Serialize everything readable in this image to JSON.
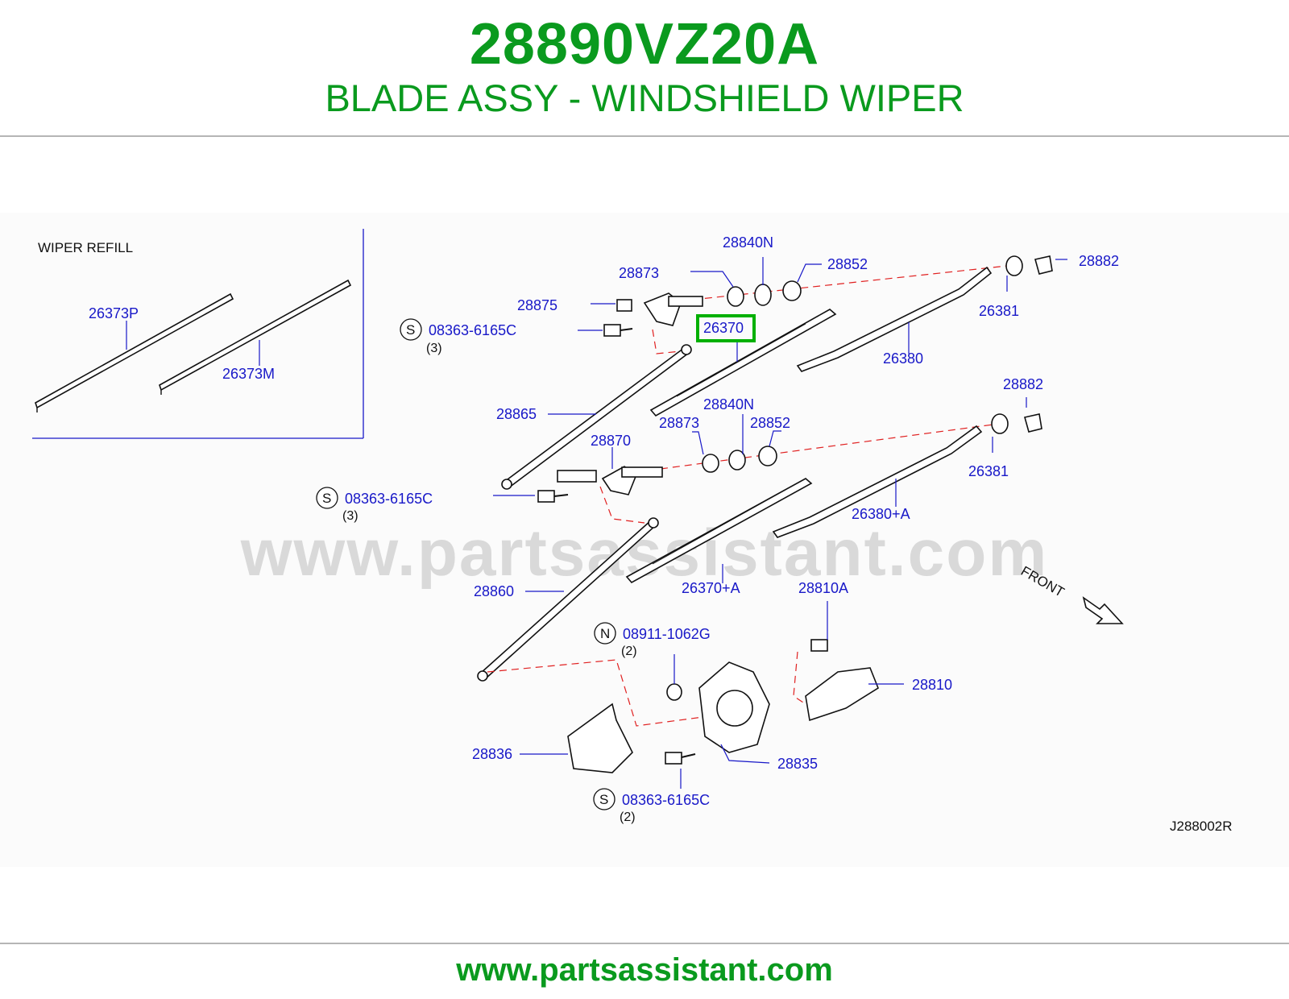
{
  "header": {
    "part_number": "28890VZ20A",
    "part_name": "BLADE ASSY - WINDSHIELD WIPER"
  },
  "footer": {
    "url": "www.partsassistant.com"
  },
  "watermark": "www.partsassistant.com",
  "inset": {
    "title": "WIPER REFILL",
    "labels": [
      "26373P",
      "26373M"
    ]
  },
  "callouts": {
    "p28840N_a": "28840N",
    "p28873_a": "28873",
    "p28852_a": "28852",
    "p28882_a": "28882",
    "p28875": "28875",
    "p26370": "26370",
    "p26381_a": "26381",
    "p26380": "26380",
    "p28865": "28865",
    "p28840N_b": "28840N",
    "p28873_b": "28873",
    "p28852_b": "28852",
    "p28882_b": "28882",
    "p28870": "28870",
    "p26381_b": "26381",
    "p26380A": "26380+A",
    "p28860": "28860",
    "p26370A": "26370+A",
    "p28810A": "28810A",
    "p28810": "28810",
    "p28836": "28836",
    "p28835": "28835"
  },
  "fasteners": [
    {
      "symbol": "S",
      "code": "08363-6165C",
      "qty": "(3)"
    },
    {
      "symbol": "S",
      "code": "08363-6165C",
      "qty": "(3)"
    },
    {
      "symbol": "N",
      "code": "08911-1062G",
      "qty": "(2)"
    },
    {
      "symbol": "S",
      "code": "08363-6165C",
      "qty": "(2)"
    }
  ],
  "front_label": "FRONT",
  "diagram_code": "J288002R",
  "colors": {
    "title_green": "#0a9a1e",
    "callout_blue": "#1818c8",
    "highlight_green": "#00b000",
    "leader_red": "#e02020"
  }
}
